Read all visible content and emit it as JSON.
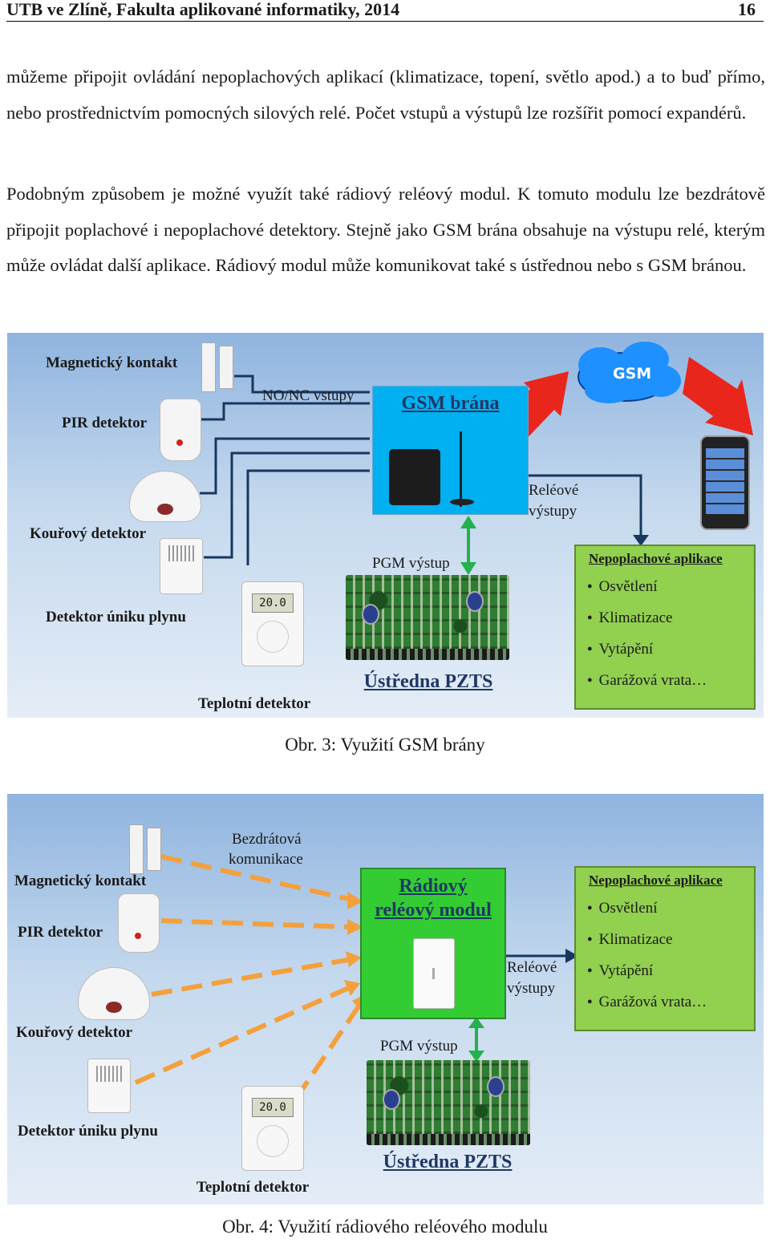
{
  "header": {
    "left": "UTB ve Zlíně, Fakulta aplikované informatiky, 2014",
    "page": "16"
  },
  "paragraphs": [
    "můžeme připojit ovládání nepoplachových aplikací (klimatizace, topení, světlo apod.) a to buď přímo, nebo prostřednictvím pomocných silových relé. Počet vstupů a výstupů lze rozšířit pomocí expandérů.",
    "Podobným způsobem je možné využít také rádiový reléový modul. K tomuto modulu lze bezdrátově připojit poplachové i nepoplachové detektory. Stejně jako GSM brána obsahuje na výstupu relé, kterým může ovládat další aplikace. Rádiový modul může komunikovat také s ústřednou nebo s GSM bránou."
  ],
  "figure3": {
    "caption": "Obr. 3: Využití GSM brány",
    "magnetic": "Magnetický kontakt",
    "pir": "PIR detektor",
    "smoke": "Kouřový detektor",
    "gas": "Detektor úniku plynu",
    "temp": "Teplotní detektor",
    "nonc": "NO/NC vstupy",
    "gsm_gateway": "GSM brána",
    "cloud": "GSM",
    "relay_out_1": "Reléové",
    "relay_out_2": "výstupy",
    "pgm": "PGM výstup",
    "panel": "Ústředna PZTS",
    "thermostat_display": "20.0",
    "apps": {
      "title": "Nepoplachové aplikace",
      "items": [
        "Osvětlení",
        "Klimatizace",
        "Vytápění",
        "Garážová vrata…"
      ]
    },
    "colors": {
      "gateway": "#00b0f0",
      "apps": "#92d050",
      "wire": "#17375e",
      "arrow_red": "#e8261c",
      "arrow_green": "#22b14c"
    }
  },
  "figure4": {
    "caption": "Obr. 4: Využití rádiového reléového modulu",
    "magnetic": "Magnetický kontakt",
    "pir": "PIR detektor",
    "smoke": "Kouřový detektor",
    "gas": "Detektor úniku plynu",
    "temp": "Teplotní detektor",
    "wireless_1": "Bezdrátová",
    "wireless_2": "komunikace",
    "module_1": "Rádiový",
    "module_2": "reléový modul",
    "relay_out_1": "Reléové",
    "relay_out_2": "výstupy",
    "pgm": "PGM výstup",
    "panel": "Ústředna PZTS",
    "thermostat_display": "20.0",
    "apps": {
      "title": "Nepoplachové aplikace",
      "items": [
        "Osvětlení",
        "Klimatizace",
        "Vytápění",
        "Garážová vrata…"
      ]
    },
    "colors": {
      "module": "#33cc33",
      "apps": "#92d050",
      "dash": "#f4a03c"
    }
  }
}
